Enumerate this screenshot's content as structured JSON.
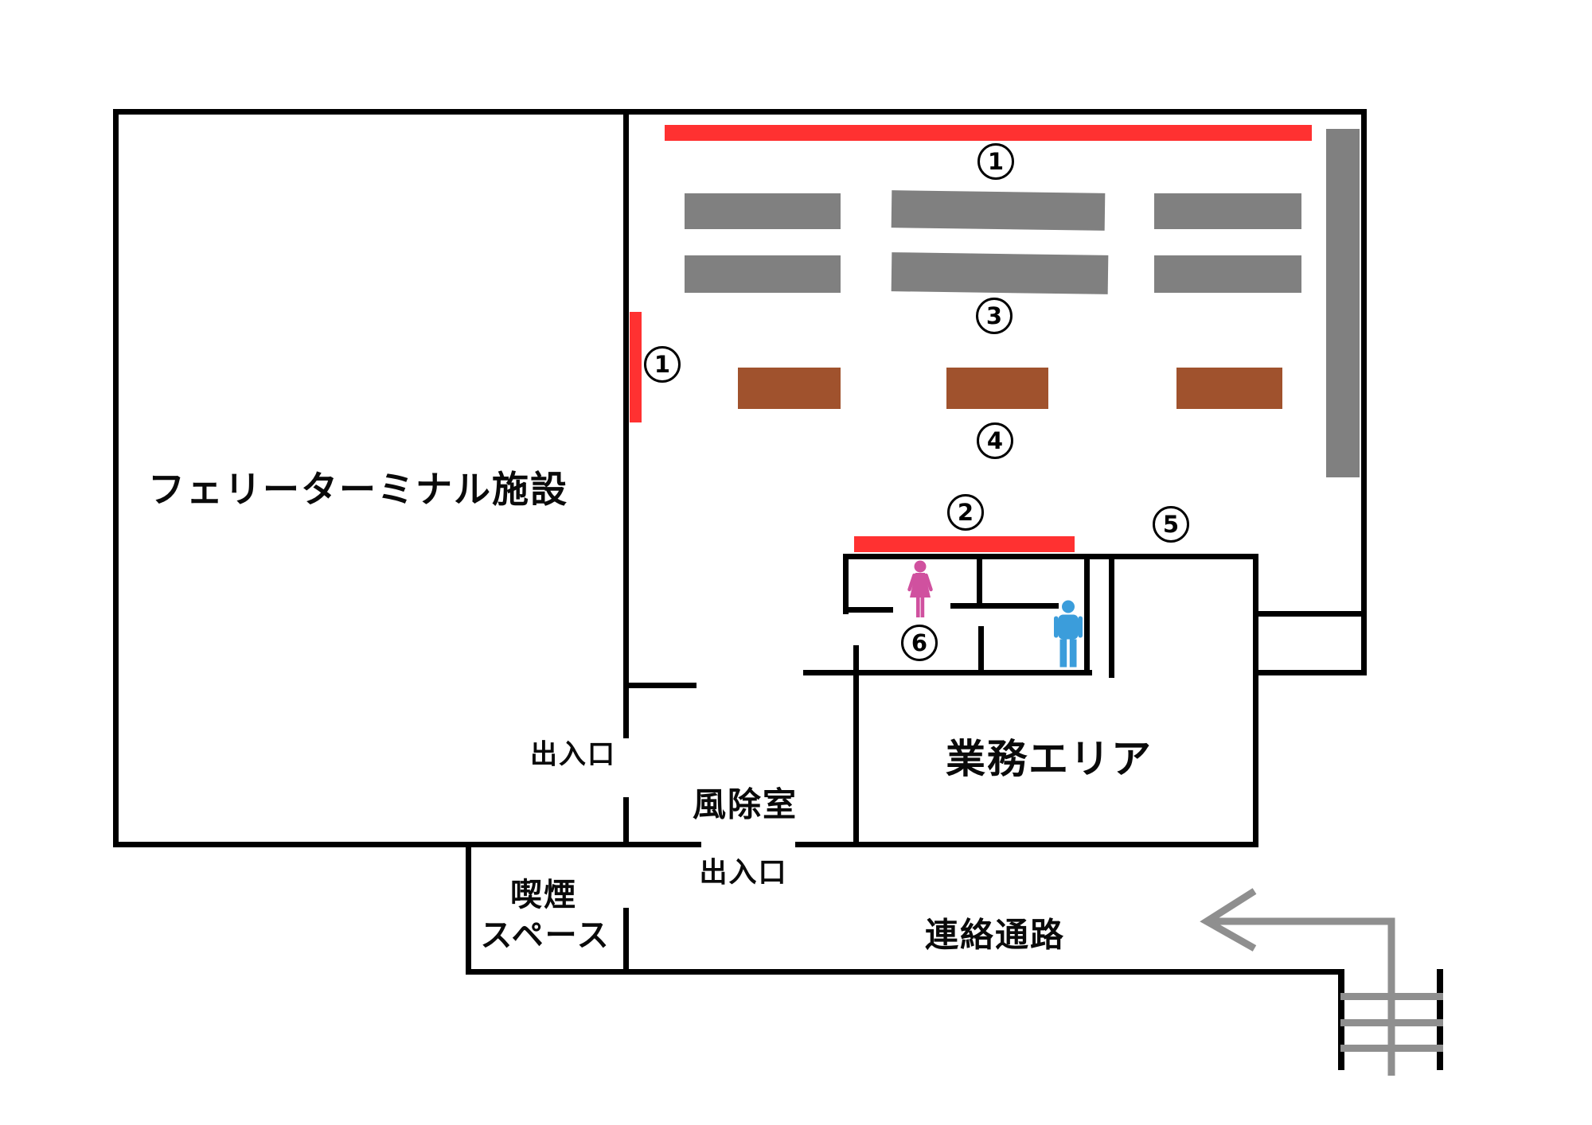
{
  "colors": {
    "wall": "#000000",
    "red": "#FF3131",
    "gray": "#808080",
    "brown": "#A0522D",
    "stair": "#8F8F8F",
    "female": "#D0519F",
    "male": "#3B9DDB"
  },
  "rooms": {
    "ferry_terminal": "フェリーターミナル施設",
    "business_area": "業務エリア",
    "vestibule": "風除室",
    "entrance_upper": "出入口",
    "entrance_lower": "出入口",
    "smoking_line1": "喫煙",
    "smoking_line2": "スペース",
    "corridor": "連絡通路"
  },
  "markers": {
    "m1_top": "1",
    "m1_left": "1",
    "m2": "2",
    "m3": "3",
    "m4": "4",
    "m5": "5",
    "m6": "6"
  },
  "icons": {
    "female": "female-pictogram",
    "male": "male-pictogram",
    "arrow": "left-arrow",
    "stairs": "stairs"
  }
}
